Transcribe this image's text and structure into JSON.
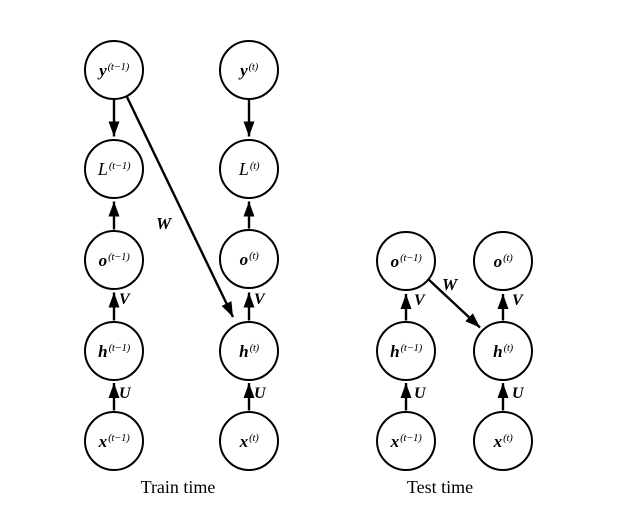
{
  "colors": {
    "ink": "#000000",
    "background": "#ffffff"
  },
  "train": {
    "caption": "Train time",
    "nodes": {
      "y_prev": {
        "base": "y",
        "sup": "(t−1)"
      },
      "y_t": {
        "base": "y",
        "sup": "(t)"
      },
      "L_prev": {
        "base": "L",
        "sup": "(t−1)"
      },
      "L_t": {
        "base": "L",
        "sup": "(t)"
      },
      "o_prev": {
        "base": "o",
        "sup": "(t−1)"
      },
      "o_t": {
        "base": "o",
        "sup": "(t)"
      },
      "h_prev": {
        "base": "h",
        "sup": "(t−1)"
      },
      "h_t": {
        "base": "h",
        "sup": "(t)"
      },
      "x_prev": {
        "base": "x",
        "sup": "(t−1)"
      },
      "x_t": {
        "base": "x",
        "sup": "(t)"
      }
    },
    "weights": {
      "W": "W",
      "V": "V",
      "U": "U"
    }
  },
  "test": {
    "caption": "Test time",
    "nodes": {
      "o_prev": {
        "base": "o",
        "sup": "(t−1)"
      },
      "o_t": {
        "base": "o",
        "sup": "(t)"
      },
      "h_prev": {
        "base": "h",
        "sup": "(t−1)"
      },
      "h_t": {
        "base": "h",
        "sup": "(t)"
      },
      "x_prev": {
        "base": "x",
        "sup": "(t−1)"
      },
      "x_t": {
        "base": "x",
        "sup": "(t)"
      }
    },
    "weights": {
      "W": "W",
      "V": "V",
      "U": "U"
    }
  }
}
